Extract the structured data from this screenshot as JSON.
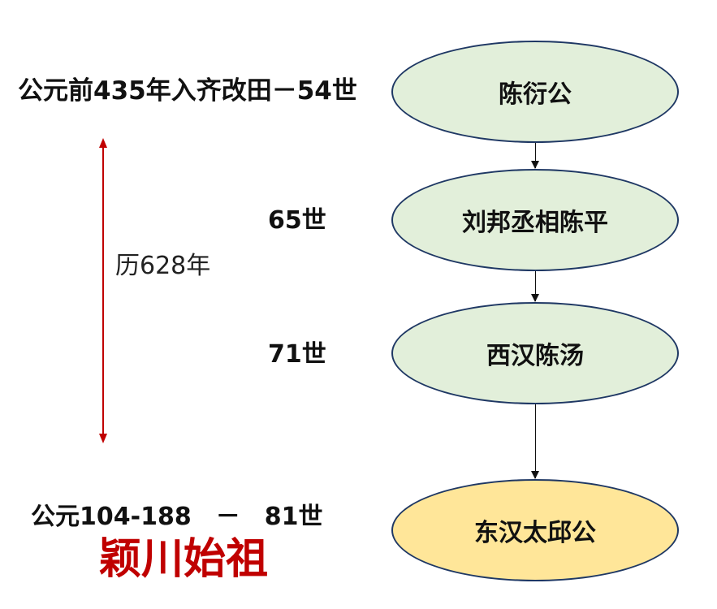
{
  "nodes": [
    {
      "label": "陈衍公",
      "fill": "#e2efda"
    },
    {
      "label": "刘邦丞相陈平",
      "fill": "#e2efda"
    },
    {
      "label": "西汉陈汤",
      "fill": "#e2efda"
    },
    {
      "label": "东汉太邱公",
      "fill": "#ffe699"
    }
  ],
  "left_labels": {
    "top": "公元前435年入齐改田－54世",
    "gen65": "65世",
    "gen71": "71世",
    "bottom": "公元104-188　－　81世",
    "founder": "颖川始祖"
  },
  "span": {
    "label": "历628年",
    "color": "#c00000"
  },
  "colors": {
    "outline": "#1f3864",
    "founder_text": "#c00000"
  }
}
